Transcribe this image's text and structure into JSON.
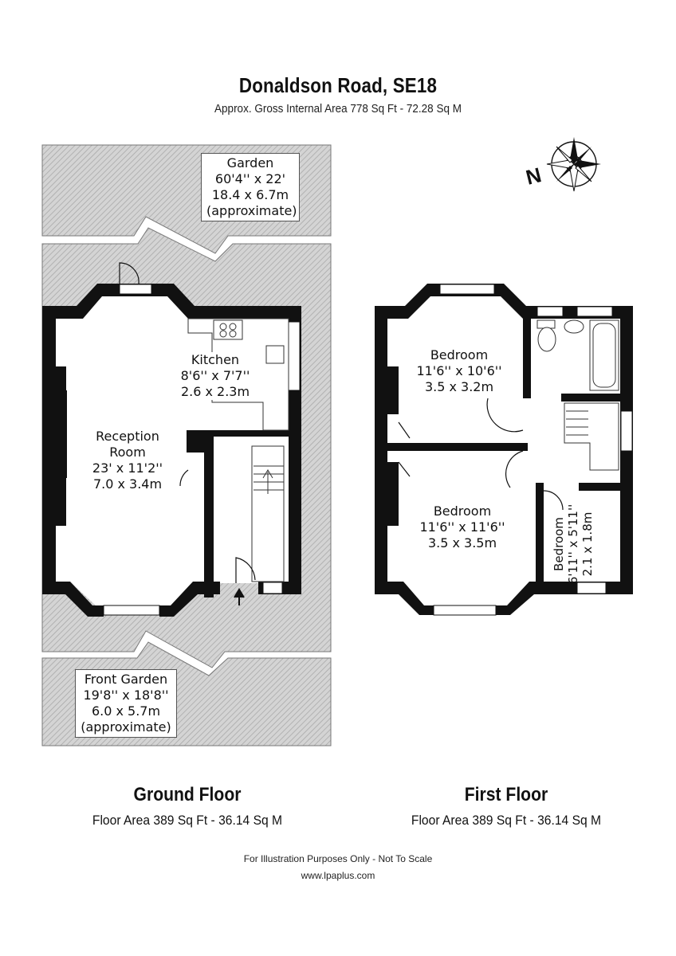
{
  "header": {
    "title": "Donaldson Road, SE18",
    "subtitle": "Approx. Gross Internal Area 778 Sq Ft - 72.28 Sq M"
  },
  "ground_floor": {
    "title": "Ground Floor",
    "area": "Floor Area 389 Sq Ft - 36.14 Sq M",
    "rooms": {
      "garden": {
        "name": "Garden",
        "imperial": "60'4'' x 22'",
        "metric": "18.4 x 6.7m",
        "note": "(approximate)"
      },
      "kitchen": {
        "name": "Kitchen",
        "imperial": "8'6'' x 7'7''",
        "metric": "2.6 x 2.3m"
      },
      "reception": {
        "name_line1": "Reception",
        "name_line2": "Room",
        "imperial": "23' x 11'2''",
        "metric": "7.0 x 3.4m"
      },
      "front_garden": {
        "name": "Front Garden",
        "imperial": "19'8'' x 18'8''",
        "metric": "6.0 x 5.7m",
        "note": "(approximate)"
      }
    }
  },
  "first_floor": {
    "title": "First Floor",
    "area": "Floor Area 389 Sq Ft - 36.14 Sq M",
    "rooms": {
      "bedroom1": {
        "name": "Bedroom",
        "imperial": "11'6'' x 10'6''",
        "metric": "3.5 x 3.2m"
      },
      "bedroom2": {
        "name": "Bedroom",
        "imperial": "11'6'' x 11'6''",
        "metric": "3.5 x 3.5m"
      },
      "bedroom3": {
        "name": "Bedroom",
        "imperial": "6'11'' x 5'11''",
        "metric": "2.1 x 1.8m"
      }
    }
  },
  "footer": {
    "disclaimer": "For Illustration Purposes Only - Not To Scale",
    "website": "www.lpaplus.com"
  },
  "compass": {
    "label": "N"
  },
  "colors": {
    "wall": "#111111",
    "garden_fill": "#d2d2d2",
    "garden_hatch": "#a8a8a8"
  }
}
